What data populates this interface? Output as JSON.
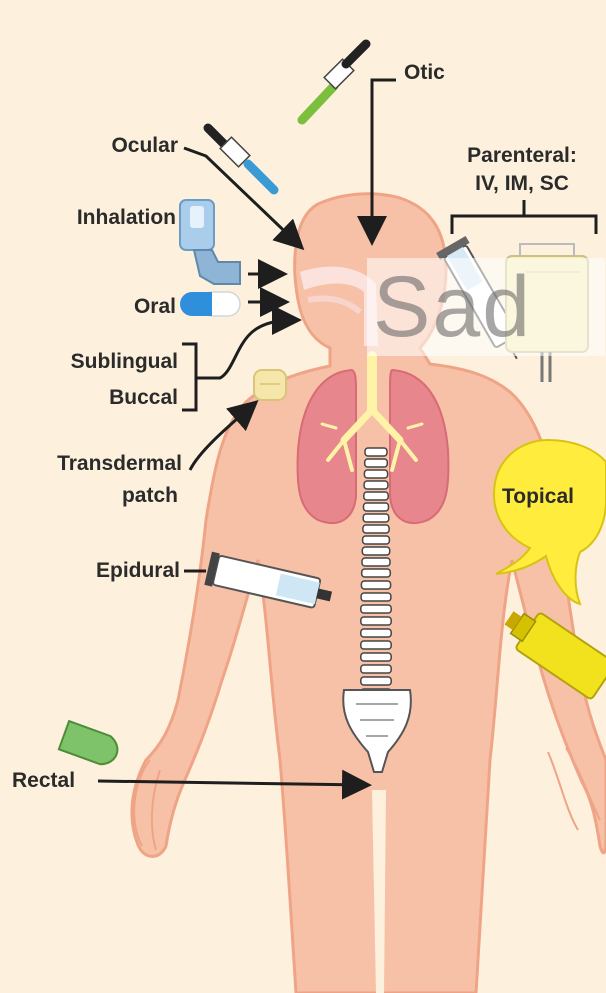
{
  "labels": {
    "otic": "Otic",
    "ocular": "Ocular",
    "inhalation": "Inhalation",
    "oral": "Oral",
    "sublingual": "Sublingual",
    "buccal": "Buccal",
    "transdermal_1": "Transdermal",
    "transdermal_2": "patch",
    "epidural": "Epidural",
    "rectal": "Rectal",
    "parenteral_1": "Parenteral:",
    "parenteral_2": "IV, IM, SC",
    "topical": "Topical"
  },
  "watermark": "Sad",
  "colors": {
    "background": "#fdf1dd",
    "skin": "#f7c1a7",
    "skin_outline": "#efa487",
    "lungs": "#e7868d",
    "bronchi": "#fff3a8",
    "spine": "#ffffff",
    "topical_bubble": "#ffec3d",
    "iv_bag": "#f6eeb6",
    "arrow": "#1e1e1e"
  }
}
